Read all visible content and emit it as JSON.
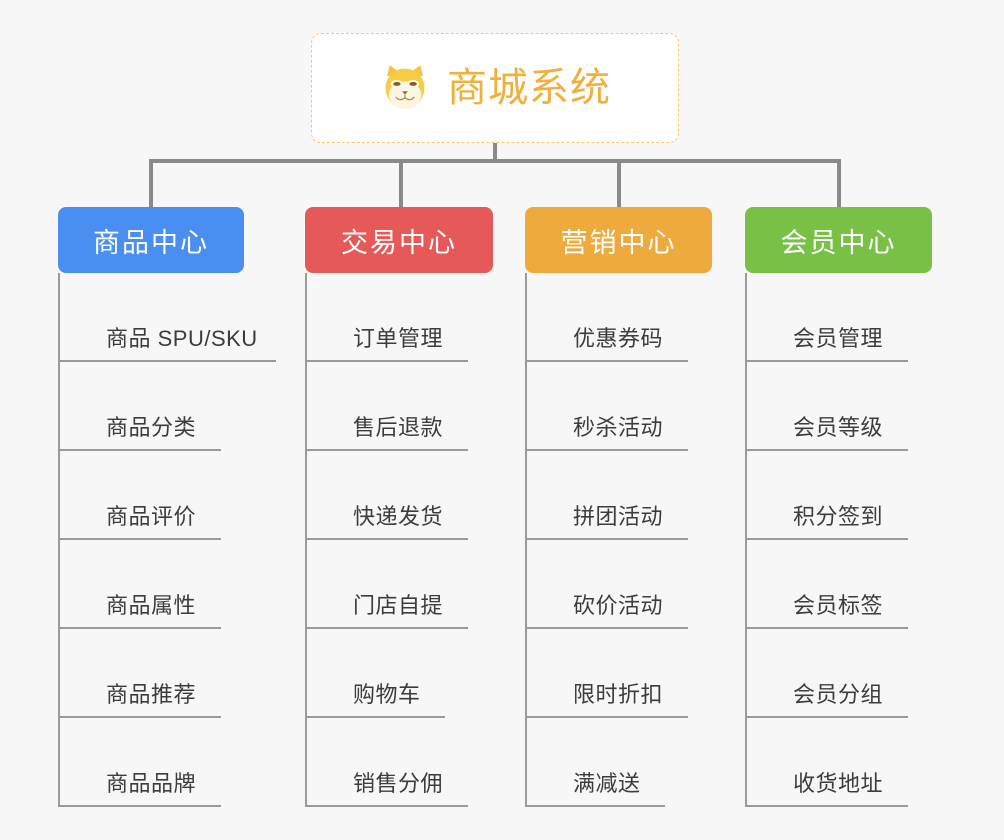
{
  "diagram": {
    "title": "商城系统",
    "root": {
      "label": "商城系统",
      "icon": "shiba-dog-emoji",
      "border_color": "#f5c96b",
      "text_color": "#f0b03c",
      "background": "#ffffff"
    },
    "background_color": "#f7f7f7",
    "connector_color": "#8a8a8a",
    "branches": [
      {
        "label": "商品中心",
        "color": "#4b8ef2",
        "items": [
          "商品 SPU/SKU",
          "商品分类",
          "商品评价",
          "商品属性",
          "商品推荐",
          "商品品牌"
        ]
      },
      {
        "label": "交易中心",
        "color": "#e55a58",
        "items": [
          "订单管理",
          "售后退款",
          "快递发货",
          "门店自提",
          "购物车",
          "销售分佣"
        ]
      },
      {
        "label": "营销中心",
        "color": "#eeaa3c",
        "items": [
          "优惠券码",
          "秒杀活动",
          "拼团活动",
          "砍价活动",
          "限时折扣",
          "满减送"
        ]
      },
      {
        "label": "会员中心",
        "color": "#79c047",
        "items": [
          "会员管理",
          "会员等级",
          "积分签到",
          "会员标签",
          "会员分组",
          "收货地址"
        ]
      }
    ]
  }
}
